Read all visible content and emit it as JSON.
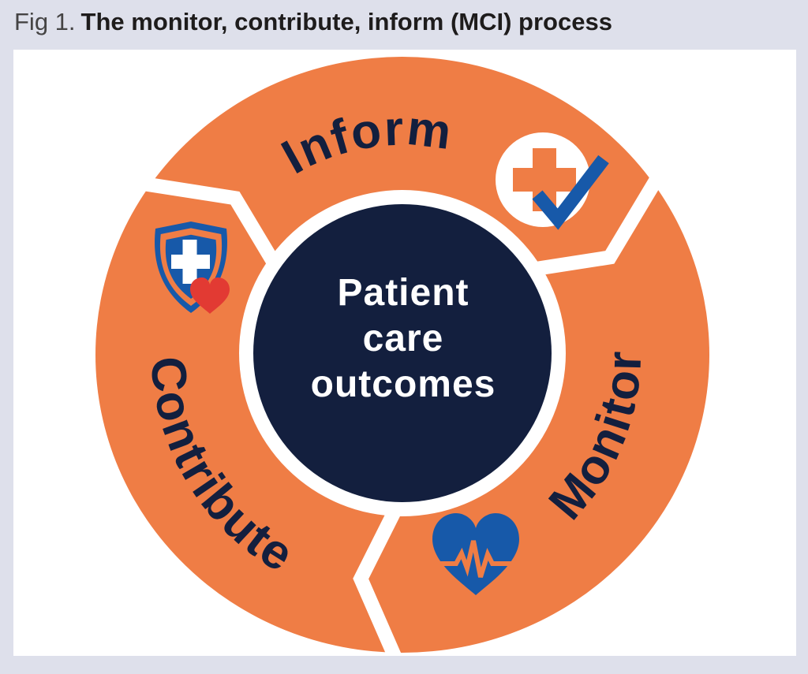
{
  "figure": {
    "label": "Fig 1.",
    "title": "The monitor, contribute, inform (MCI) process"
  },
  "diagram": {
    "center_circle": {
      "line1": "Patient",
      "line2": "care",
      "line3": "outcomes"
    },
    "segments": [
      {
        "label": "Inform",
        "icon": "medical-cross-check-icon"
      },
      {
        "label": "Monitor",
        "icon": "heartbeat-heart-icon"
      },
      {
        "label": "Contribute",
        "icon": "shield-cross-heart-icon"
      }
    ],
    "flow": "clockwise",
    "colors": {
      "ring_orange": "#EF7D45",
      "navy": "#131F3E",
      "icon_blue": "#1759A9",
      "heart_red": "#E23A33",
      "page_background": "#DEE0EB",
      "panel_background": "#FFFFFF"
    }
  }
}
